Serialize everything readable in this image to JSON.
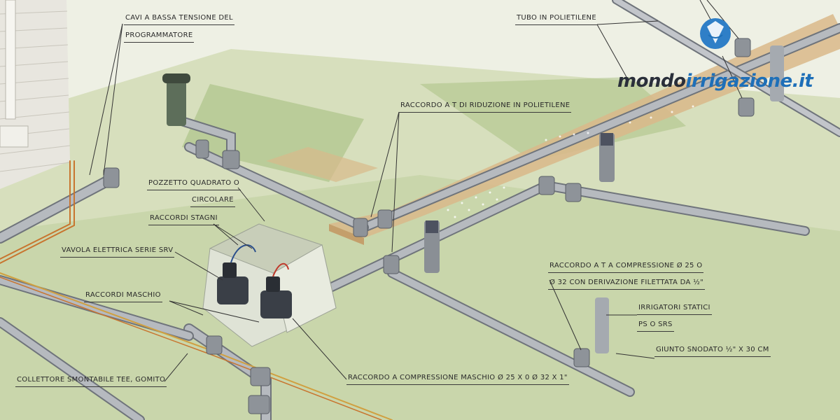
{
  "logo": {
    "part1": "mondo",
    "part2": "irrigazione.it",
    "colors": {
      "dark": "#2a2f3a",
      "blue": "#1e6fb8"
    }
  },
  "labels": {
    "cavi_line1": "CAVI A BASSA TENSIONE DEL",
    "cavi_line2": "PROGRAMMATORE",
    "tubo": "TUBO IN POLIETILENE",
    "raccordo_t_riduzione": "RACCORDO A T DI RIDUZIONE IN POLIETILENE",
    "pozzetto_line1": "POZZETTO QUADRATO O",
    "pozzetto_line2": "CIRCOLARE",
    "raccordi_stagni": "RACCORDI STAGNI",
    "vavola": "VAVOLA ELETTRICA SERIE SRV",
    "raccordi_maschio": "RACCORDI MASCHIO",
    "collettore": "COLLETTORE SMONTABILE TEE, GOMITO",
    "raccordo_compressione_maschio": "RACCORDO A COMPRESSIONE MASCHIO Ø 25 X 0 Ø 32 X 1\"",
    "raccordo_t_compressione_line1": "RACCORDO A T A COMPRESSIONE Ø 25 O",
    "raccordo_t_compressione_line2": "Ø 32 CON DERIVAZIONE FILETTATA DA ½\"",
    "irrigatori_line1": "IRRIGATORI STATICI",
    "irrigatori_line2": "PS O SRS",
    "giunto": "GIUNTO SNODATO ½\" X 30 CM"
  },
  "palette": {
    "grass": "#cfd9b0",
    "grass_dark": "#9fb57c",
    "soil": "#d9b98a",
    "pipe": "#a9adb3",
    "pipe_dark": "#6f747b",
    "valve": "#3a3f47",
    "box": "#dfe3d6",
    "house": "#e8e6df"
  }
}
